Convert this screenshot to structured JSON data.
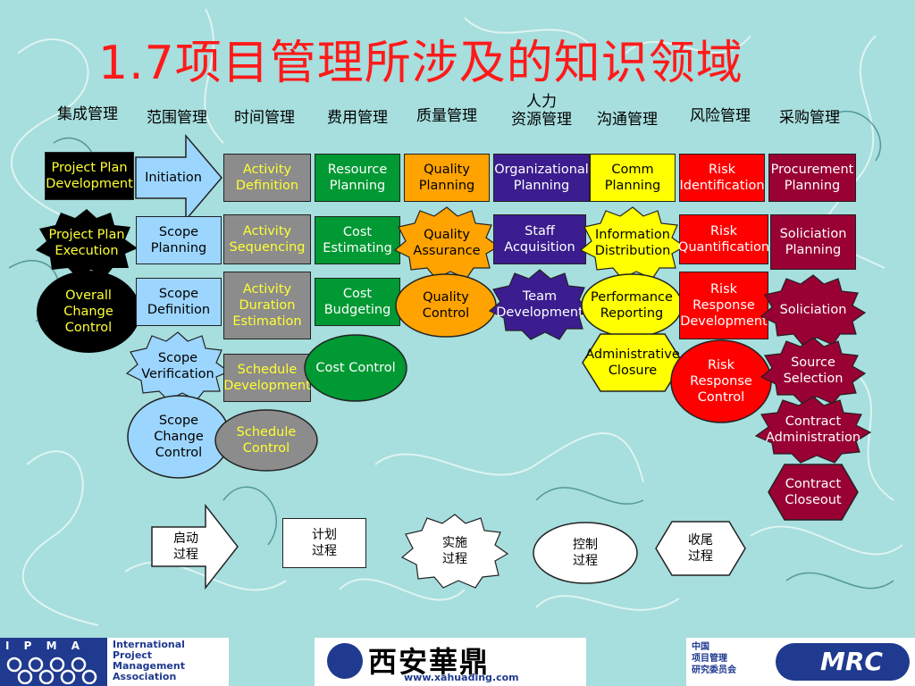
{
  "title": "1.7项目管理所涉及的知识领域",
  "areas": [
    "集成管理",
    "范围管理",
    "时间管理",
    "费用管理",
    "质量管理",
    "人力\n资源管理",
    "沟通管理",
    "风险管理",
    "采购管理"
  ],
  "nodes": {
    "integ1": "Project Plan\nDevelopment",
    "integ2": "Project Plan\nExecution",
    "integ3": "Overall\nChange\nControl",
    "scope1": "Initiation",
    "scope2": "Scope\nPlanning",
    "scope3": "Scope\nDefinition",
    "scope4": "Scope\nVerification",
    "scope5": "Scope\nChange\nControl",
    "time1": "Activity\nDefinition",
    "time2": "Activity\nSequencing",
    "time3": "Activity\nDuration\nEstimation",
    "time4": "Schedule\nDevelopment",
    "time5": "Schedule\nControl",
    "cost1": "Resource\nPlanning",
    "cost2": "Cost\nEstimating",
    "cost3": "Cost\nBudgeting",
    "cost4": "Cost Control",
    "qual1": "Quality\nPlanning",
    "qual2": "Quality\nAssurance",
    "qual3": "Quality\nControl",
    "hr1": "Organizational\nPlanning",
    "hr2": "Staff\nAcquisition",
    "hr3": "Team\nDevelopment",
    "comm1": "Comm\nPlanning",
    "comm2": "Information\nDistribution",
    "comm3": "Performance\nReporting",
    "comm4": "Administrative\nClosure",
    "risk1": "Risk\nIdentification",
    "risk2": "Risk\nQuantification",
    "risk3": "Risk\nResponse\nDevelopment",
    "risk4": "Risk\nResponse\nControl",
    "proc1": "Procurement\nPlanning",
    "proc2": "Soliciation\nPlanning",
    "proc3": "Soliciation",
    "proc4": "Source\nSelection",
    "proc5": "Contract\nAdministration",
    "proc6": "Contract\nCloseout"
  },
  "legend": {
    "initiating": "启动\n过程",
    "planning": "计划\n过程",
    "executing": "实施\n过程",
    "controlling": "控制\n过程",
    "closing": "收尾\n过程"
  },
  "colors": {
    "background": "#a7dede",
    "title": "#ff1a1a",
    "integration": "#000000",
    "scope": "#9cd6ff",
    "time": "#8c8c8c",
    "cost": "#009933",
    "quality": "#ffa300",
    "hr": "#3b1d8f",
    "communication": "#ffff00",
    "risk": "#ff0000",
    "procurement": "#990033"
  },
  "footer": {
    "ipma_letters": "I P M A",
    "ipma_text": "International\nProject\nManagement\nAssociation",
    "xa_name": "西安華鼎",
    "xa_url": "www.xahuading.com",
    "mrc_text": "中国\n项目管理\n研究委员会",
    "mrc_logo": "MRC"
  }
}
